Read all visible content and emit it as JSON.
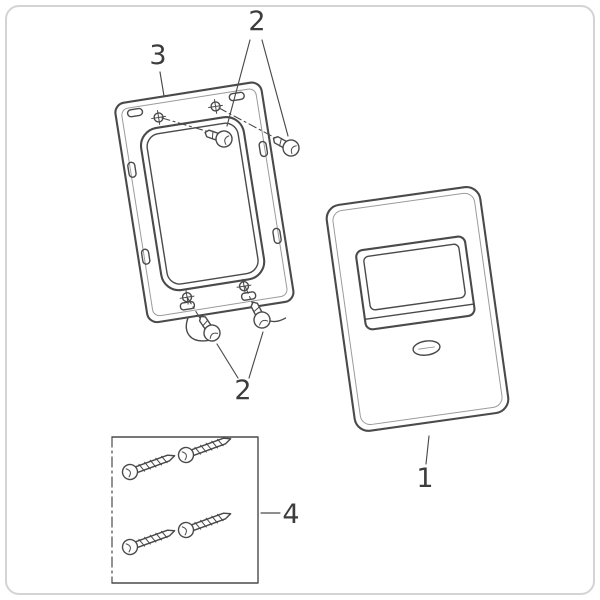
{
  "figure": {
    "background_color": "#ffffff",
    "line_color": "#4a4a4a",
    "border_color": "#d4d4d4",
    "label_color": "#3c3c3c",
    "callouts": {
      "plate": "1",
      "screws_top": "2",
      "frame": "3",
      "screws_bottom": "2",
      "screw_pack": "4"
    },
    "parts": [
      {
        "id": "1",
        "name": "flush-plate"
      },
      {
        "id": "2",
        "name": "mounting-screws"
      },
      {
        "id": "3",
        "name": "mounting-frame"
      },
      {
        "id": "4",
        "name": "screw-pack"
      }
    ]
  }
}
